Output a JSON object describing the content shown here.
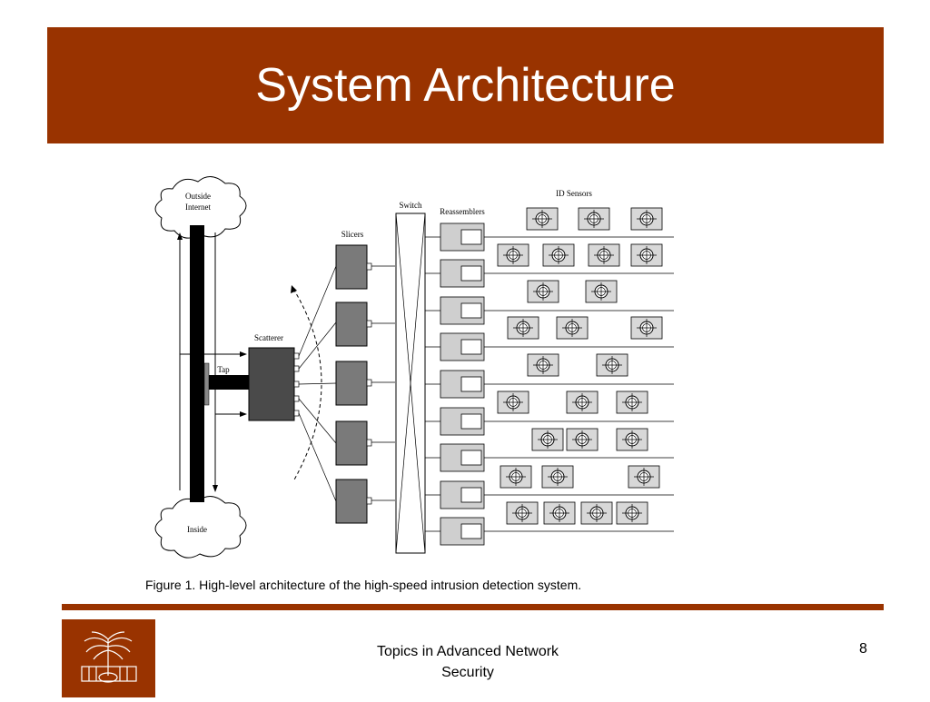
{
  "slide": {
    "title": "System Architecture",
    "footer_text_line1": "Topics in Advanced Network",
    "footer_text_line2": "Security",
    "page_number": "8",
    "accent_color": "#993300"
  },
  "figure": {
    "caption": "Figure 1. High-level architecture of the high-speed intrusion detection system.",
    "labels": {
      "outside_internet_line1": "Outside",
      "outside_internet_line2": "Internet",
      "inside": "Inside",
      "tap": "Tap",
      "scatterer": "Scatterer",
      "slicers": "Slicers",
      "switch": "Switch",
      "reassemblers": "Reassemblers",
      "id_sensors": "ID Sensors"
    }
  }
}
